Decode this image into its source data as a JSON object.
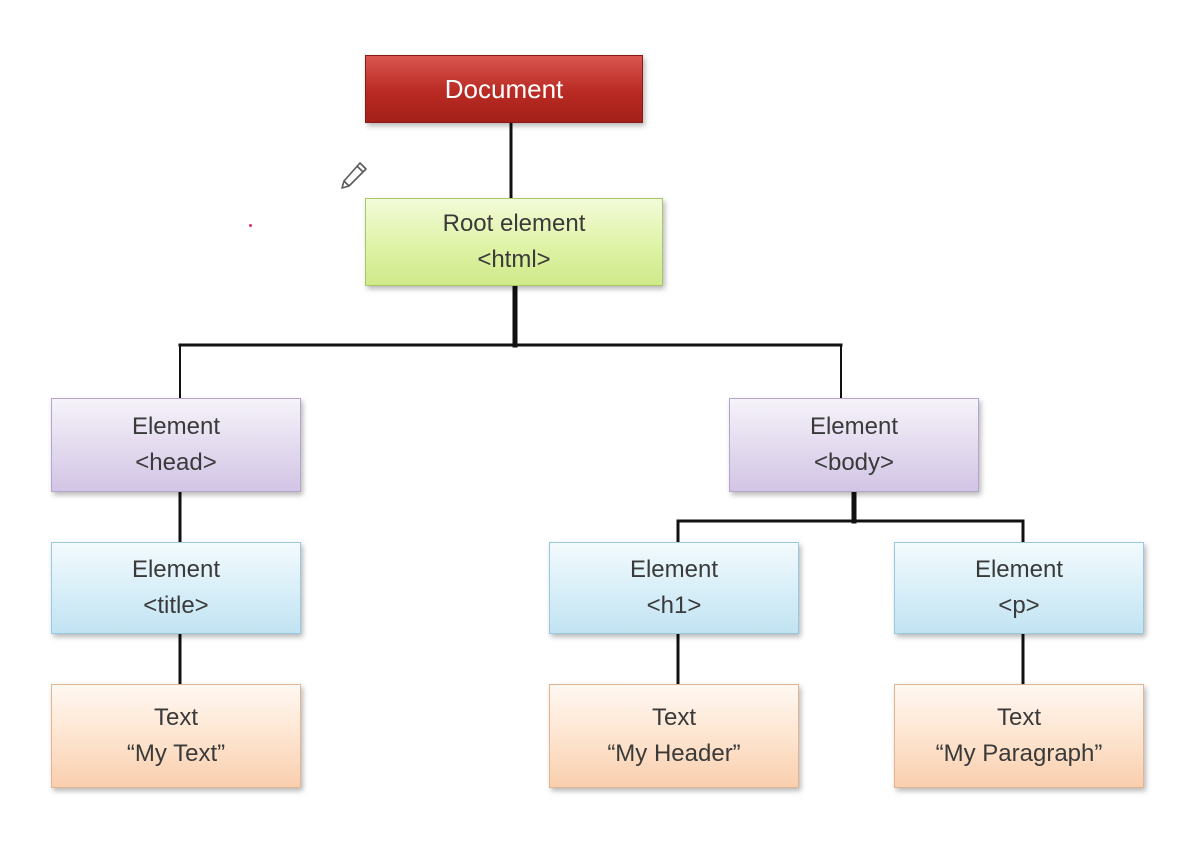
{
  "nodes": {
    "document": {
      "line1": "Document"
    },
    "root": {
      "line1": "Root element",
      "line2": "<html>"
    },
    "head": {
      "line1": "Element",
      "line2": "<head>"
    },
    "body": {
      "line1": "Element",
      "line2": "<body>"
    },
    "title": {
      "line1": "Element",
      "line2": "<title>"
    },
    "h1": {
      "line1": "Element",
      "line2": "<h1>"
    },
    "p": {
      "line1": "Element",
      "line2": "<p>"
    },
    "text_title": {
      "line1": "Text",
      "line2": "“My Text”"
    },
    "text_h1": {
      "line1": "Text",
      "line2": "“My Header”"
    },
    "text_p": {
      "line1": "Text",
      "line2": "“My Paragraph”"
    }
  },
  "edges": [
    [
      "document",
      "root"
    ],
    [
      "root",
      "head"
    ],
    [
      "root",
      "body"
    ],
    [
      "head",
      "title"
    ],
    [
      "title",
      "text_title"
    ],
    [
      "body",
      "h1"
    ],
    [
      "body",
      "p"
    ],
    [
      "h1",
      "text_h1"
    ],
    [
      "p",
      "text_p"
    ]
  ],
  "colors": {
    "document": "#b92a23",
    "root": "#dff3a6",
    "element_head_body": "#e2d9ee",
    "element_children": "#d7eef8",
    "text": "#fde3cd",
    "connector": "#111111"
  },
  "icons": [
    "pencil-icon"
  ]
}
